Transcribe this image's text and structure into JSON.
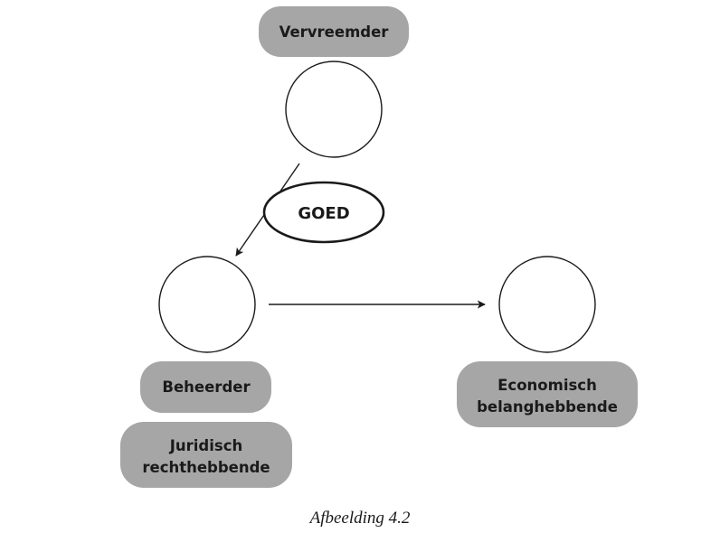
{
  "diagram": {
    "labels": {
      "vervreemder": "Vervreemder",
      "goed": "GOED",
      "beheerder": "Beheerder",
      "juridisch": [
        "Juridisch",
        "rechthebbende"
      ],
      "economisch": [
        "Economisch",
        "belanghebbende"
      ]
    },
    "caption": "Afbeelding 4.2"
  },
  "colors": {
    "pill_fill": "#a6a6a6",
    "line": "#1a1a1a",
    "background": "#ffffff"
  }
}
